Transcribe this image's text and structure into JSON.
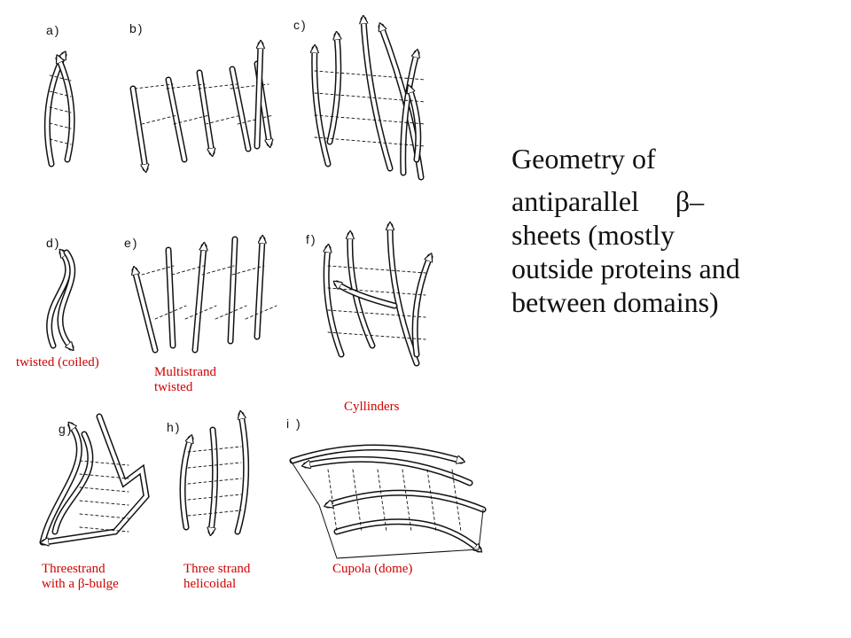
{
  "title": {
    "line1": "Geometry of",
    "line2": "antiparallel \u0000 β–",
    "line3": "sheets (mostly",
    "line4": "outside proteins and",
    "line5": "between domains)"
  },
  "panels": [
    {
      "label": "a)"
    },
    {
      "label": "b)"
    },
    {
      "label": "c)"
    },
    {
      "label": "d)",
      "caption_lines": [
        "twisted (coiled)"
      ]
    },
    {
      "label": "e)",
      "caption_lines": [
        "Multistrand",
        "twisted"
      ]
    },
    {
      "label": "f)",
      "caption_lines": [
        "Cyllinders"
      ]
    },
    {
      "label": "g)",
      "caption_lines": [
        "Threestrand",
        "with a β-bulge"
      ]
    },
    {
      "label": "h)",
      "caption_lines": [
        "Three strand",
        "helicoidal"
      ]
    },
    {
      "label": "i )",
      "caption_lines": [
        "Cupola (dome)"
      ]
    }
  ],
  "colors": {
    "caption": "#d10000",
    "line": "#111111",
    "background": "#ffffff"
  }
}
